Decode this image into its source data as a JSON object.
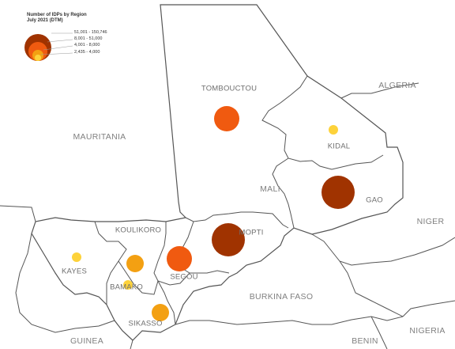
{
  "legend": {
    "title_line1": "Number of IDPs by Region",
    "title_line2": "July 2021 (DTM)",
    "classes": [
      {
        "label": "51,001 - 150,746",
        "color": "#a03300"
      },
      {
        "label": "8,001 - 51,000",
        "color": "#f05a10"
      },
      {
        "label": "4,001 - 8,000",
        "color": "#f3a012"
      },
      {
        "label": "2,435 - 4,000",
        "color": "#fdd23a"
      }
    ]
  },
  "map": {
    "country_label": "MALI",
    "neighbors": {
      "mauritania": "MAURITANIA",
      "algeria": "ALGERIA",
      "niger": "NIGER",
      "burkina_faso": "BURKINA FASO",
      "guinea": "GUINEA",
      "benin": "BENIN",
      "nigeria": "NIGERIA"
    },
    "regions": {
      "tombouctou": {
        "name": "TOMBOUCTOU",
        "idp_class": "8,001 - 51,000"
      },
      "kidal": {
        "name": "KIDAL",
        "idp_class": "2,435 - 4,000"
      },
      "gao": {
        "name": "GAO",
        "idp_class": "51,001 - 150,746"
      },
      "mopti": {
        "name": "MOPTI",
        "idp_class": "51,001 - 150,746"
      },
      "segou": {
        "name": "SEGOU",
        "idp_class": "8,001 - 51,000"
      },
      "koulikoro": {
        "name": "KOULIKORO",
        "idp_class": "4,001 - 8,000"
      },
      "bamako": {
        "name": "BAMAKO",
        "idp_class": "2,435 - 4,000"
      },
      "kayes": {
        "name": "KAYES",
        "idp_class": "2,435 - 4,000"
      },
      "sikasso": {
        "name": "SIKASSO",
        "idp_class": "4,001 - 8,000"
      }
    },
    "colors": {
      "border": "#555555",
      "label": "#808080"
    }
  }
}
